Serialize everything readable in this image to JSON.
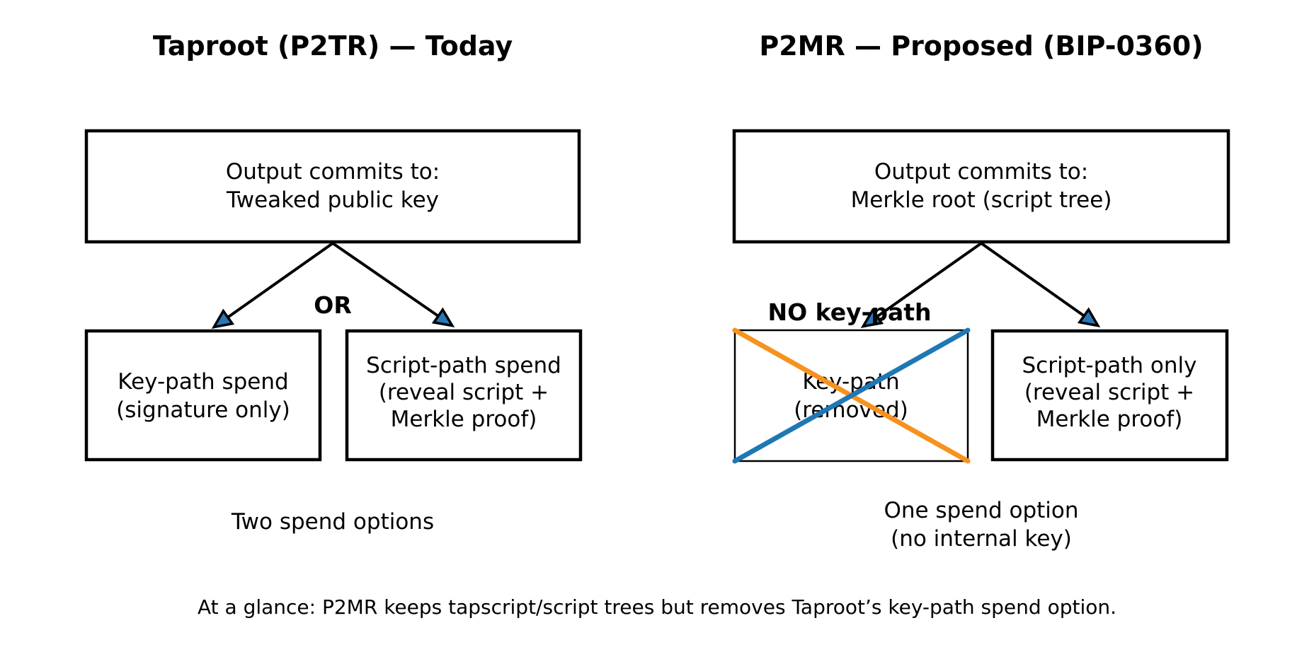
{
  "colors": {
    "background": "#ffffff",
    "ink": "#000000",
    "arrowhead_fill": "#2878b8",
    "cross_orange": "#f6921e",
    "cross_blue": "#1f77b4"
  },
  "left": {
    "title": "Taproot (P2TR) — Today",
    "top_box": {
      "line1": "Output commits to:",
      "line2": "Tweaked public key"
    },
    "or_label": "OR",
    "keypath_box": {
      "line1": "Key-path spend",
      "line2": "(signature only)"
    },
    "scriptpath_box": {
      "line1": "Script-path spend",
      "line2": "(reveal script +",
      "line3": "Merkle proof)"
    },
    "caption": "Two spend options"
  },
  "right": {
    "title": "P2MR — Proposed (BIP-0360)",
    "top_box": {
      "line1": "Output commits to:",
      "line2": "Merkle root (script tree)"
    },
    "no_keypath_label": "NO key-path",
    "removed_box": {
      "line1": "Key-path",
      "line2": "(removed)"
    },
    "scriptonly_box": {
      "line1": "Script-path only",
      "line2": "(reveal script +",
      "line3": "Merkle proof)"
    },
    "caption_line1": "One spend option",
    "caption_line2": "(no internal key)"
  },
  "footer": {
    "note": "At a glance: P2MR keeps tapscript/script trees but removes Taproot’s key-path spend option."
  }
}
